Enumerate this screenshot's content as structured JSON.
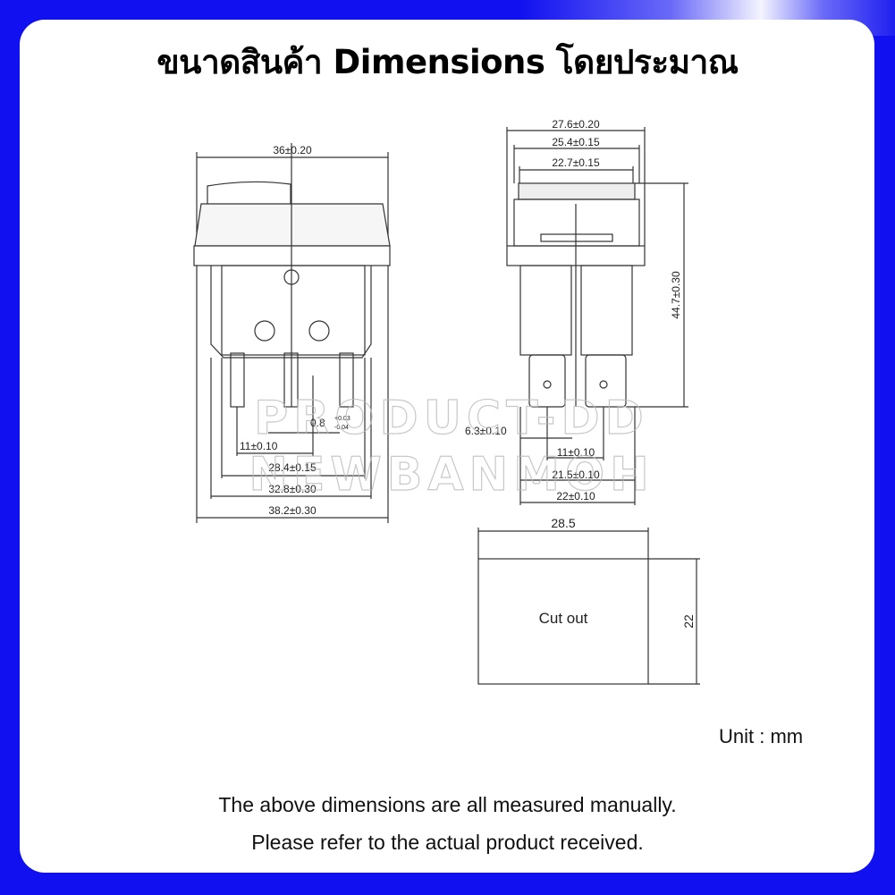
{
  "title": "ขนาดสินค้า Dimensions โดยประมาณ",
  "frame_color": "#1010f0",
  "left_view": {
    "top_width": "36±0.20",
    "pin_gap": "0.8",
    "pin_gap_tol_plus": "+0.03",
    "pin_gap_tol_minus": "-0.04",
    "dims": [
      "11±0.10",
      "28.4±0.15",
      "32.8±0.30",
      "38.2±0.30"
    ]
  },
  "right_view": {
    "top_dims": [
      "27.6±0.20",
      "25.4±0.15",
      "22.7±0.15"
    ],
    "height": "44.7±0.30",
    "terminal_width": "6.3±0.10",
    "bottom_dims": [
      "11±0.10",
      "21.5±0.10",
      "22±0.10"
    ]
  },
  "cutout": {
    "label": "Cut out",
    "width": "28.5",
    "height": "22"
  },
  "unit": "Unit : mm",
  "notes": [
    "The above dimensions are all measured manually.",
    "Please refer to the actual product received."
  ],
  "watermark": [
    "PRODUCT-DD",
    "NEWBANMOH"
  ]
}
